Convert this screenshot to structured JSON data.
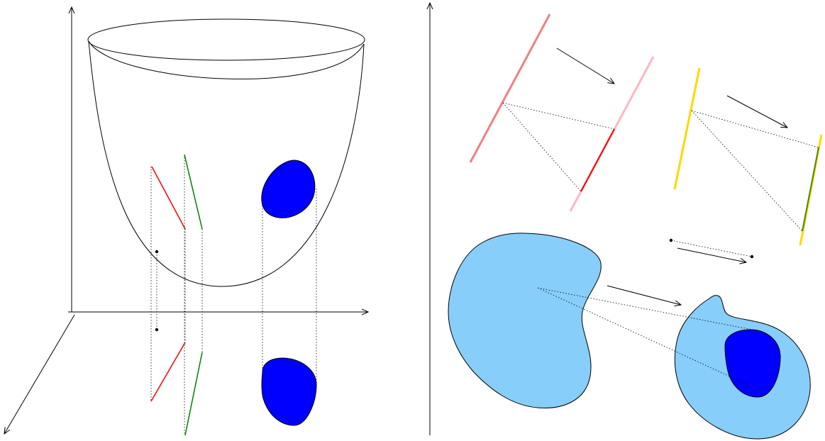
{
  "colors": {
    "stroke": "#000000",
    "red": "#ff0000",
    "green": "#008000",
    "blue": "#0000ff",
    "light_blue": "#87cefa",
    "salmon": "#f08080",
    "pink": "#ffb6c1",
    "yellow": "#ffd700",
    "olive_green": "#4a8a00",
    "background": "#ffffff"
  },
  "left_panel": {
    "elements": [
      "3d-axes",
      "paraboloid",
      "red-segment",
      "green-segment",
      "blue-region",
      "projection-lines",
      "projected-shapes",
      "points"
    ]
  },
  "right_panel": {
    "elements": [
      "vertical-axis",
      "segment-map-red",
      "segment-map-yellow",
      "region-map-blue",
      "point-map"
    ]
  },
  "icons": {
    "arrow": "arrow-icon",
    "point": "point-icon"
  }
}
